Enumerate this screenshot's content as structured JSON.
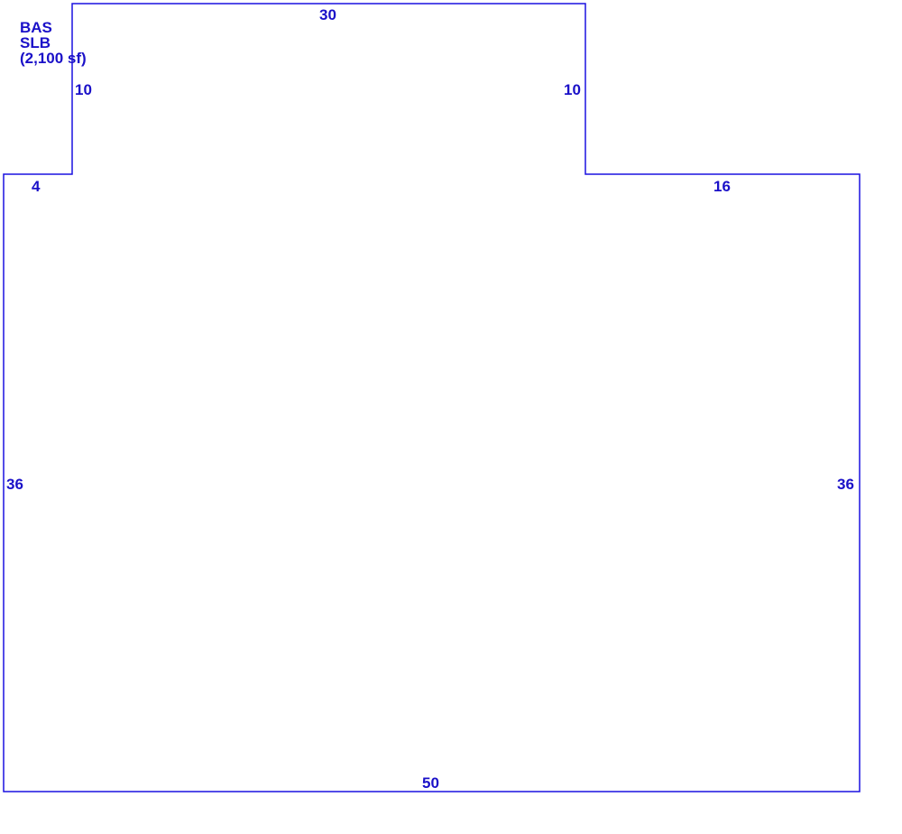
{
  "area": {
    "code": "BAS",
    "subcode": "SLB",
    "size": "(2,100 sf)"
  },
  "dimensions": {
    "top": "30",
    "upper_left": "10",
    "upper_right": "10",
    "left_step": "4",
    "right_step": "16",
    "left": "36",
    "right": "36",
    "bottom": "50"
  },
  "colors": {
    "outline": "#1a10e0",
    "text": "#1a10c8",
    "background": "#ffffff"
  }
}
